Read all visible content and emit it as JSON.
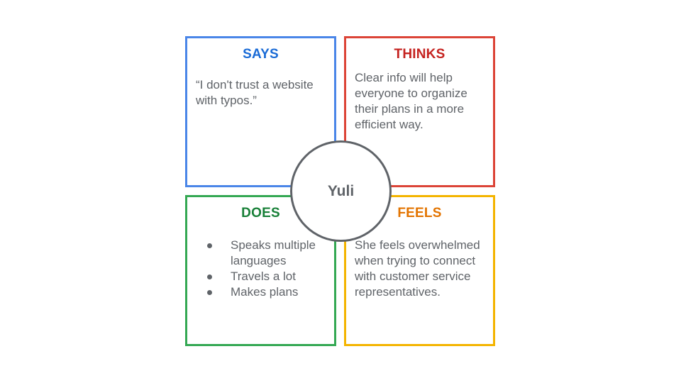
{
  "persona": {
    "name": "Yuli"
  },
  "quadrants": {
    "says": {
      "title": "SAYS",
      "text": "“I don't trust a website with typos.”",
      "color": "#4a86e8"
    },
    "thinks": {
      "title": "THINKS",
      "text": "Clear info will help everyone to organize their plans in a more efficient way.",
      "color": "#dc4437"
    },
    "does": {
      "title": "DOES",
      "items": [
        "Speaks multiple languages",
        "Travels a lot",
        "Makes plans"
      ],
      "color": "#34a853"
    },
    "feels": {
      "title": "FEELS",
      "text": "She feels overwhelmed when trying to connect with customer service representatives.",
      "color": "#f4b400"
    }
  }
}
